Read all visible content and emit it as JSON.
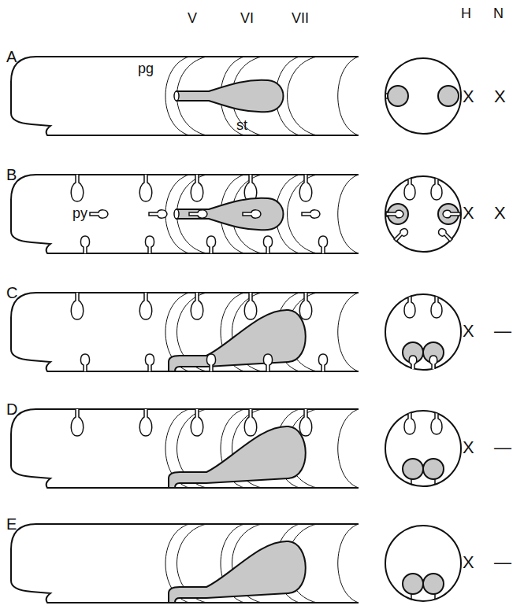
{
  "diagram": {
    "labels": [
      "V",
      "VI",
      "VII",
      "H",
      "N",
      "A",
      "pg",
      "st",
      "X",
      "X",
      "B",
      "py",
      "X",
      "X",
      "C",
      "X",
      "—",
      "D",
      "X",
      "—",
      "E",
      "X",
      "—"
    ]
  }
}
